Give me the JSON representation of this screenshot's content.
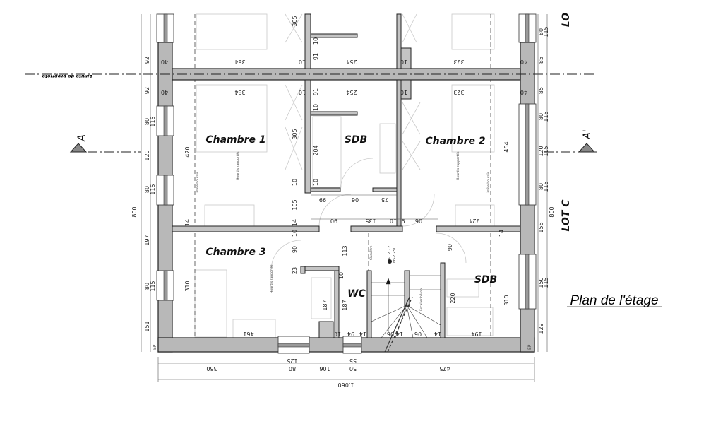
{
  "title": "Plan de l'étage",
  "rooms": {
    "chambre1": "Chambre 1",
    "sdb1": "SDB",
    "chambre2": "Chambre 2",
    "chambre3": "Chambre 3",
    "wc": "WC",
    "sdb2": "SDB"
  },
  "labels": {
    "lot_c": "LOT C",
    "lot_top": "LO",
    "section_a": "A",
    "section_a_prime": "A'",
    "property_limit": "Limite de propriété",
    "chevetre": "Chevêtre",
    "level": "Niv. 2.72",
    "hsp": "HSP 250",
    "limite_hourdis": "Limite hourdis",
    "hourdis": "Hourdis rapportés",
    "escalier": "Escalier béton",
    "ep": "EP"
  },
  "dims": [
    "92",
    "92",
    "80",
    "120",
    "80",
    "197",
    "80",
    "151",
    "115",
    "115",
    "115",
    "800",
    "80",
    "115",
    "85",
    "85",
    "80",
    "115",
    "120",
    "115",
    "80",
    "115",
    "156",
    "150",
    "115",
    "129",
    "800",
    "40",
    "384",
    "10",
    "254",
    "10",
    "323",
    "40",
    "40",
    "384",
    "10",
    "254",
    "10",
    "323",
    "40",
    "305",
    "10",
    "91",
    "91",
    "10",
    "305",
    "204",
    "10",
    "10",
    "420",
    "454",
    "66",
    "06",
    "75",
    "105",
    "14",
    "14",
    "90",
    "135",
    "10",
    "9",
    "06",
    "224",
    "10",
    "90",
    "23",
    "113",
    "10",
    "187",
    "187",
    "310",
    "461",
    "10",
    "94",
    "14",
    "90",
    "220",
    "310",
    "194",
    "14",
    "06",
    "14",
    "06",
    "14",
    "350",
    "125",
    "80",
    "106",
    "55",
    "50",
    "475",
    "1.060"
  ]
}
